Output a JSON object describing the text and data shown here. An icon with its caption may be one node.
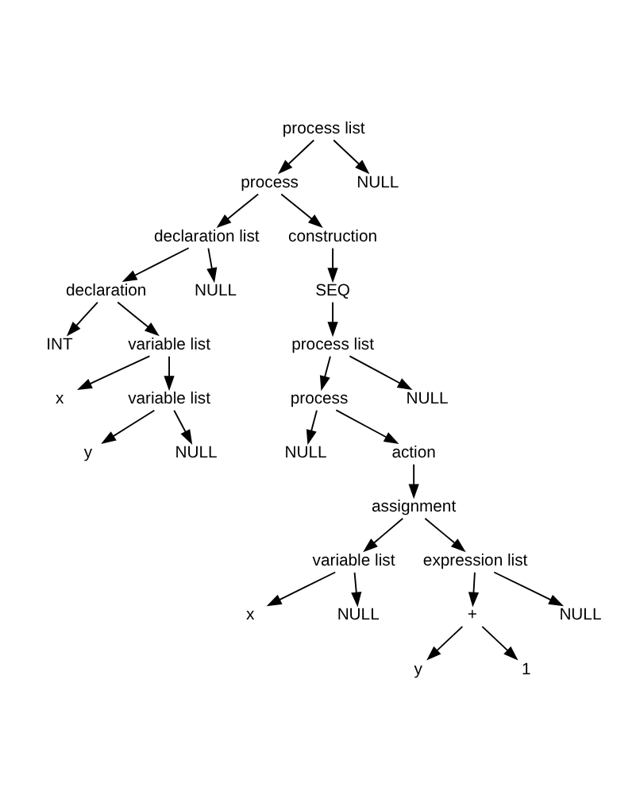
{
  "diagram": {
    "nodes": [
      {
        "text": [
          "process list"
        ]
      },
      {
        "text": [
          "process"
        ]
      },
      {
        "text": [
          "NULL"
        ]
      },
      {
        "text": [
          "declaration list"
        ]
      },
      {
        "text": [
          "construction"
        ]
      },
      {
        "text": [
          "declaration"
        ]
      },
      {
        "text": [
          "NULL"
        ]
      },
      {
        "text": [
          "SEQ"
        ]
      },
      {
        "text": [
          "INT"
        ]
      },
      {
        "text": [
          "variable list"
        ]
      },
      {
        "text": [
          "process list"
        ]
      },
      {
        "text": [
          "NULL"
        ]
      },
      {
        "text": [
          "x"
        ]
      },
      {
        "text": [
          "process"
        ]
      },
      {
        "text": [
          "variable list"
        ]
      },
      {
        "text": [
          "NULL"
        ]
      },
      {
        "text": [
          "action"
        ]
      },
      {
        "text": [
          "y"
        ]
      },
      {
        "text": [
          "NULL"
        ]
      },
      {
        "text": [
          "assignment"
        ]
      },
      {
        "text": [
          "variable list"
        ]
      },
      {
        "text": [
          "expression list"
        ]
      },
      {
        "text": [
          "x"
        ]
      },
      {
        "text": [
          "NULL"
        ]
      },
      {
        "text": [
          "+"
        ]
      },
      {
        "text": [
          "NULL"
        ]
      },
      {
        "text": [
          "y"
        ]
      },
      {
        "text": [
          "1"
        ]
      }
    ],
    "edges": [
      {
        "from": 0,
        "to": 1,
        "arrow": "to"
      },
      {
        "from": 0,
        "to": 2,
        "arrow": "to"
      },
      {
        "from": 1,
        "to": 3,
        "arrow": "to"
      },
      {
        "from": 1,
        "to": 4,
        "arrow": "to"
      },
      {
        "from": 3,
        "to": 5,
        "arrow": "to"
      },
      {
        "from": 3,
        "to": 6,
        "arrow": "to"
      },
      {
        "from": 4,
        "to": 7,
        "arrow": "to"
      },
      {
        "from": 5,
        "to": 8,
        "arrow": "to"
      },
      {
        "from": 5,
        "to": 9,
        "arrow": "to"
      },
      {
        "from": 7,
        "to": 10,
        "arrow": "to"
      },
      {
        "from": 9,
        "to": 12,
        "arrow": "to"
      },
      {
        "from": 9,
        "to": 14,
        "arrow": "to"
      },
      {
        "from": 10,
        "to": 13,
        "arrow": "to"
      },
      {
        "from": 10,
        "to": 11,
        "arrow": "to"
      },
      {
        "from": 13,
        "to": 15,
        "arrow": "to"
      },
      {
        "from": 13,
        "to": 16,
        "arrow": "to"
      },
      {
        "from": 14,
        "to": 17,
        "arrow": "to"
      },
      {
        "from": 14,
        "to": 18,
        "arrow": "to"
      },
      {
        "from": 16,
        "to": 19,
        "arrow": "to"
      },
      {
        "from": 19,
        "to": 20,
        "arrow": "to"
      },
      {
        "from": 19,
        "to": 21,
        "arrow": "to"
      },
      {
        "from": 20,
        "to": 22,
        "arrow": "to"
      },
      {
        "from": 20,
        "to": 23,
        "arrow": "to"
      },
      {
        "from": 21,
        "to": 24,
        "arrow": "to"
      },
      {
        "from": 21,
        "to": 25,
        "arrow": "to"
      },
      {
        "from": 24,
        "to": 26,
        "arrow": "to"
      },
      {
        "from": 24,
        "to": 27,
        "arrow": "to"
      }
    ]
  }
}
